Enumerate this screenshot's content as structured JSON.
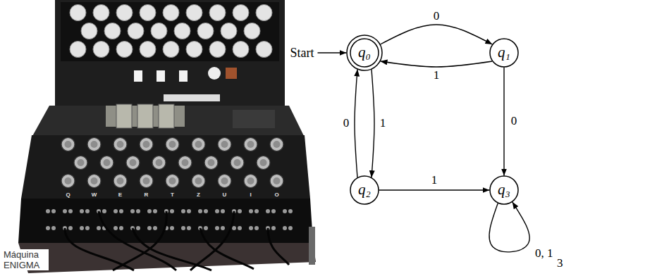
{
  "diagram": {
    "nodes": [
      {
        "text": [
          "q₀"
        ]
      },
      {
        "text": [
          "q₁"
        ]
      },
      {
        "text": [
          "q₂"
        ]
      },
      {
        "text": [
          "q₃"
        ]
      }
    ],
    "edges": [
      {
        "from": 0,
        "to": 1,
        "arrow": "to",
        "label": "0"
      },
      {
        "from": 1,
        "to": 0,
        "arrow": "to",
        "label": "1"
      },
      {
        "from": 0,
        "to": 2,
        "arrow": "to",
        "label": "1"
      },
      {
        "from": 2,
        "to": 0,
        "arrow": "to",
        "label": "0"
      },
      {
        "from": 1,
        "to": 3,
        "arrow": "to",
        "label": "0"
      },
      {
        "from": 2,
        "to": 3,
        "arrow": "to",
        "label": "1"
      },
      {
        "from": 3,
        "to": 3,
        "arrow": "to",
        "label": "0, 1"
      }
    ],
    "labels": [
      "Start",
      "Máquina ENIGMA",
      "3",
      "Q",
      "W",
      "E",
      "R",
      "T",
      "Z",
      "U",
      "I",
      "O"
    ]
  }
}
